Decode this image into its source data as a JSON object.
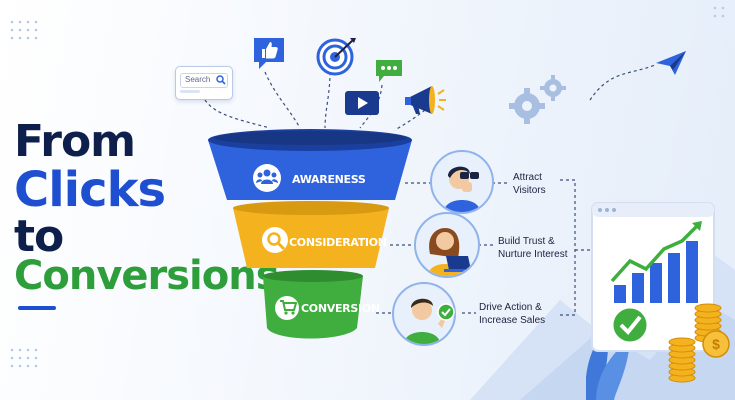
{
  "headline": {
    "line1": "From",
    "line2": "Clicks",
    "line3": "to",
    "line4": "Conversions"
  },
  "search_widget": {
    "placeholder": "Search"
  },
  "funnel": {
    "stages": [
      {
        "label": "AWARENESS",
        "icon": "people-icon",
        "color": "#2f63dd",
        "side_text": "Attract\nVisitors"
      },
      {
        "label": "CONSIDERATION",
        "icon": "magnifier-icon",
        "color": "#f4b21f",
        "side_text": "Build Trust &\nNurture Interest"
      },
      {
        "label": "CONVERSION",
        "icon": "cart-icon",
        "color": "#3fae3f",
        "side_text": "Drive Action &\nIncrease Sales"
      }
    ]
  },
  "icons": [
    "search-icon",
    "thumbs-up-icon",
    "target-icon",
    "chat-icon",
    "video-play-icon",
    "megaphone-icon",
    "paper-plane-icon",
    "gears-icon",
    "growth-chart-icon",
    "checkmark-icon",
    "coins-icon",
    "dollar-icon",
    "binoculars-icon",
    "laptop-icon"
  ],
  "colors": {
    "navy": "#0f1f4b",
    "blue": "#1f4fd1",
    "green": "#2e9e3a",
    "yellow": "#f4b21f"
  }
}
